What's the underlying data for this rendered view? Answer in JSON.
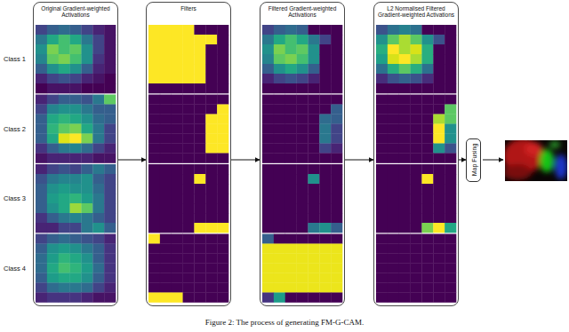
{
  "diagram": {
    "caption": "Figure 2: The process of generating FM-G-CAM.",
    "nodes": [
      {
        "text": [
          "Original Gradient-weighted Activations"
        ]
      },
      {
        "text": [
          "Filters"
        ]
      },
      {
        "text": [
          "Filtered Gradient-weighted Activations"
        ]
      },
      {
        "text": [
          "L2 Normalised Filtered Gradient-weighted Activations"
        ]
      },
      {
        "text": [
          "Map Fusing"
        ]
      }
    ],
    "edges": [
      {
        "from": 0,
        "to": 1,
        "arrow": "to"
      },
      {
        "from": 1,
        "to": 2,
        "arrow": "to"
      },
      {
        "from": 2,
        "to": 3,
        "arrow": "to"
      },
      {
        "from": 3,
        "to": 4,
        "arrow": "to"
      }
    ],
    "labels": [
      "Class 1",
      "Class 2",
      "Class 3",
      "Class 4"
    ]
  }
}
